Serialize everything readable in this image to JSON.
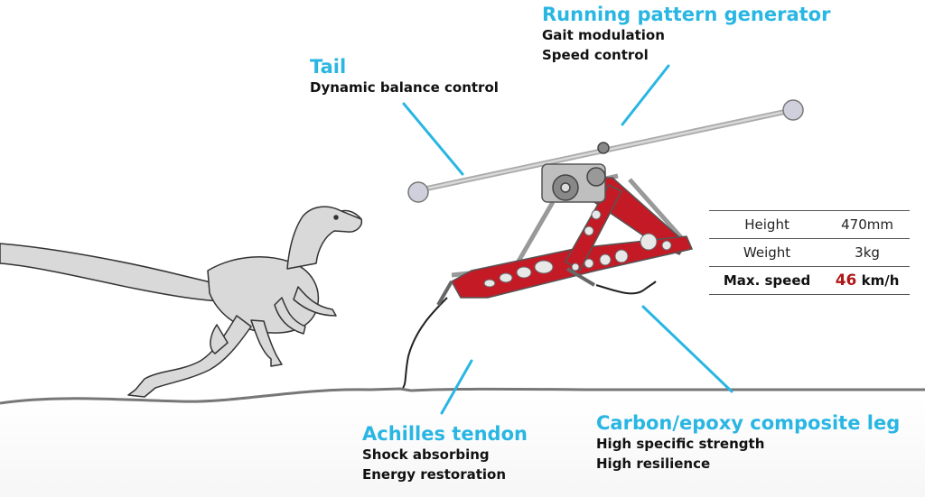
{
  "labels": {
    "tail": {
      "title": "Tail",
      "lines": [
        "Dynamic balance control"
      ]
    },
    "running": {
      "title": "Running pattern generator",
      "lines": [
        "Gait modulation",
        "Speed control"
      ]
    },
    "achilles": {
      "title": "Achilles tendon",
      "lines": [
        "Shock absorbing",
        "Energy restoration"
      ]
    },
    "carbon": {
      "title": "Carbon/epoxy composite leg",
      "lines": [
        "High specific strength",
        "High resilience"
      ]
    }
  },
  "specs": {
    "height": {
      "label": "Height",
      "value": "470mm"
    },
    "weight": {
      "label": "Weight",
      "value": "3kg"
    },
    "speed": {
      "label": "Max. speed",
      "number": "46",
      "unit": "km/h"
    }
  },
  "colors": {
    "accent": "#29b6e3",
    "leg": "#c41a26",
    "speed": "#b01818"
  }
}
